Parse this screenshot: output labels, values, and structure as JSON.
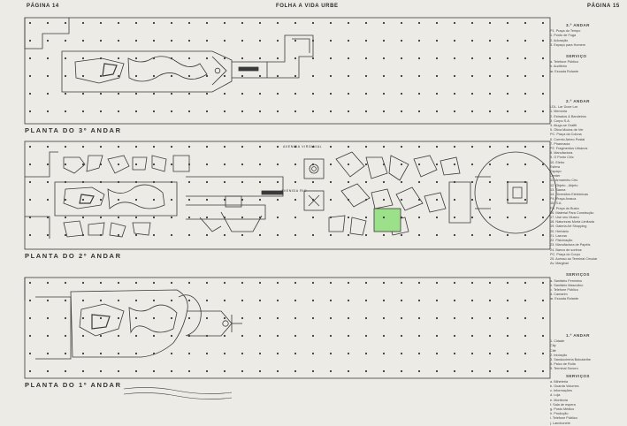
{
  "header": {
    "left": "PÁGINA 14",
    "center": "FOLHA A VIDA URBE",
    "right": "PÁGINA 15"
  },
  "plans": {
    "third": {
      "label": "PLANTA DO 3º ANDAR"
    },
    "second": {
      "label": "PLANTA DO 2º ANDAR",
      "street_top": "AVENIDA VIRGINIAL",
      "street_mid": "AVENIDA RIO"
    },
    "first": {
      "label": "PLANTA DO 1º ANDAR"
    }
  },
  "legend_third": {
    "title": "3.º ANDAR",
    "items": [
      "P1. Praça do Tempo",
      "1. Ponto de Fuga",
      "2. Adoração",
      "3. Espaço para Homem"
    ],
    "services_title": "SERVIÇO",
    "services": [
      "a. Telefone Público",
      "b. Auditório",
      "ar. Escada Rolante"
    ]
  },
  "legend_second": {
    "title": "2.º ANDAR",
    "items": [
      "LDL. Lar Doce Lar",
      "1. Memória",
      "2. Estrados & Bandeiros",
      "3. Corpo S.A.",
      "4. Alugo-se Grafiti",
      "5. Ótica Modos de Ver",
      "PC. Praça da Coluna",
      "6. Correio Aéreo Postal",
      "7. Pharmacia",
      "P2. Fragmentos Urbanos",
      "8. Manufactura",
      "9. O Ponto Chic",
      "10. Eletro",
      "Esfera",
      "Espaço",
      "Center",
      "11. Armarinho Céu",
      "12. Objeto - Abjeto",
      "13. Sauna",
      "14. Diversões Eletrônicas",
      "P4. Praça Arasca",
      "15. S.A.",
      "P3. Praça do Busto",
      "16. Material Para Construção",
      "17. Use seu Museu",
      "18. Naturezas Morta Limitada",
      "19. Galeria Art Shopping",
      "20. Herbário",
      "21. Lazona",
      "22. Fisicinação",
      "23. Manufactura de Papéis",
      "24. Banco de sonhos",
      "PC. Praça do Corpo",
      "25. Acesso ao Terminal Circular",
      "Av. Marginal"
    ],
    "services_title": "SERVIÇOS",
    "services": [
      "a. Sanitário Feminino",
      "b. Sanitário Masculino",
      "c. Telefone Público",
      "d. Camarim",
      "ar. Escada Rolante"
    ]
  },
  "legend_first": {
    "title": "1.º ANDAR",
    "items": [
      "1. Cidade",
      "City",
      "Cité",
      "2. Iniciação",
      "3. Sanduícheria Bobolarthe",
      "4. Palco de Rolla",
      "5. Terminal Sonoro"
    ],
    "services_title": "SERVIÇOS",
    "services": [
      "a. Bilheteria",
      "b. Guarda Volumes",
      "c. Informações",
      "d. Loja",
      "e. Monitoria",
      "f. Sala de espera",
      "g. Posto Médico",
      "h. Produção",
      "i. Telefone Público",
      "j. Lanchonete"
    ]
  },
  "colors": {
    "paper": "#ecebe6",
    "ink": "#3a3a3a",
    "highlight": "#9de08a"
  }
}
